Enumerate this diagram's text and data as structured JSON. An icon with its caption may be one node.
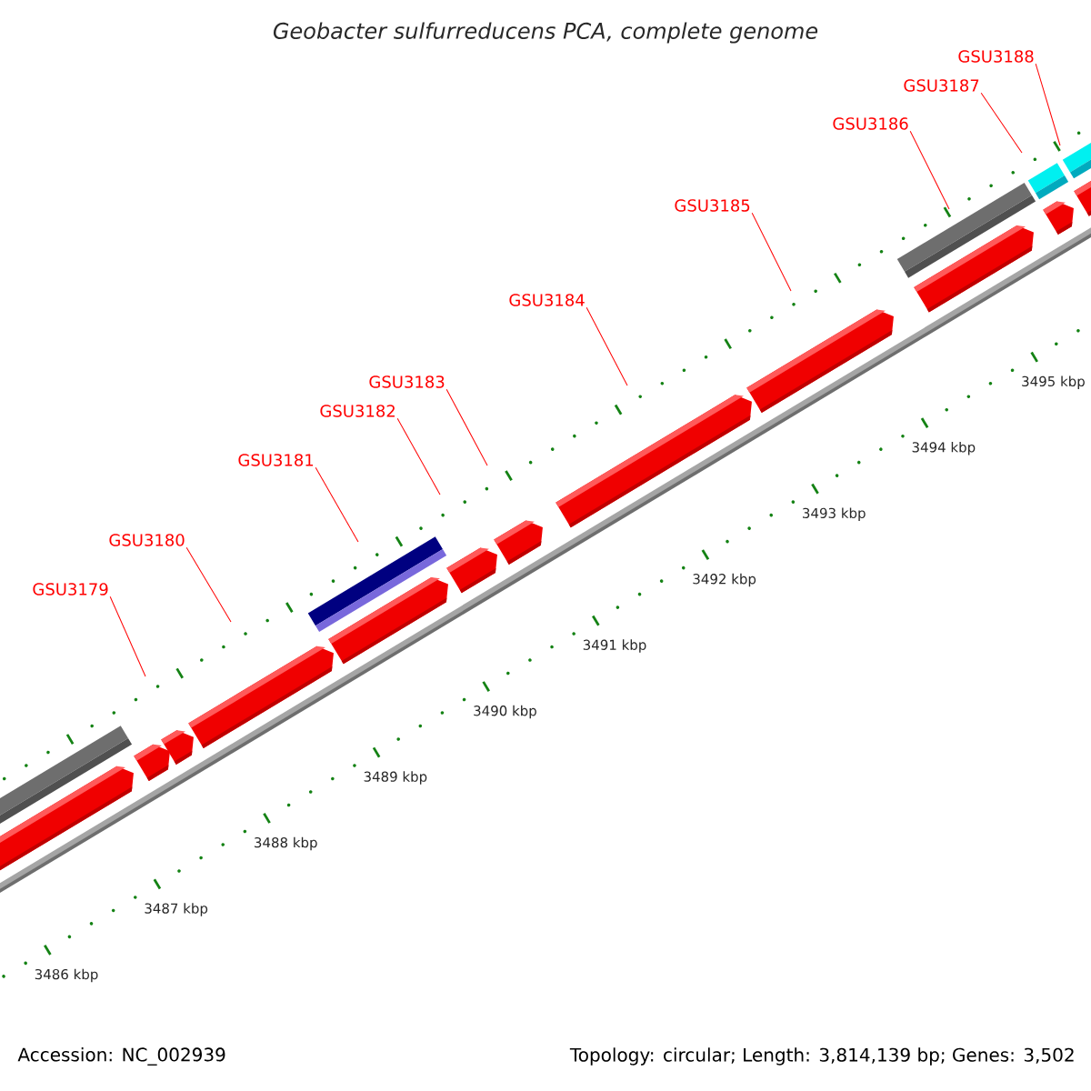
{
  "diagram": {
    "title": "Geobacter sulfurreducens PCA, complete genome",
    "nodes": [
      {
        "text": [
          "GSU3179"
        ]
      },
      {
        "text": [
          "GSU3180"
        ]
      },
      {
        "text": [
          "GSU3181"
        ]
      },
      {
        "text": [
          "GSU3182"
        ]
      },
      {
        "text": [
          "GSU3183"
        ]
      },
      {
        "text": [
          "GSU3184"
        ]
      },
      {
        "text": [
          "GSU3185"
        ]
      },
      {
        "text": [
          "GSU3186"
        ]
      },
      {
        "text": [
          "GSU3187"
        ]
      },
      {
        "text": [
          "GSU3188"
        ]
      }
    ],
    "edges": [
      {
        "from": 0,
        "to": null,
        "arrow": "none"
      },
      {
        "from": 1,
        "to": null,
        "arrow": "none"
      },
      {
        "from": 2,
        "to": null,
        "arrow": "none"
      },
      {
        "from": 3,
        "to": null,
        "arrow": "none"
      },
      {
        "from": 4,
        "to": null,
        "arrow": "none"
      },
      {
        "from": 5,
        "to": null,
        "arrow": "none"
      },
      {
        "from": 6,
        "to": null,
        "arrow": "none"
      },
      {
        "from": 7,
        "to": null,
        "arrow": "none"
      },
      {
        "from": 8,
        "to": null,
        "arrow": "none"
      },
      {
        "from": 9,
        "to": null,
        "arrow": "none"
      }
    ],
    "labels": [
      "3486 kbp",
      "3487 kbp",
      "3488 kbp",
      "3489 kbp",
      "3490 kbp",
      "3491 kbp",
      "3492 kbp",
      "3493 kbp",
      "3494 kbp",
      "3495 kbp",
      "Accession: NC_002939",
      "Topology: circular; Length: 3,814,139 bp; Genes: 3,502"
    ]
  }
}
